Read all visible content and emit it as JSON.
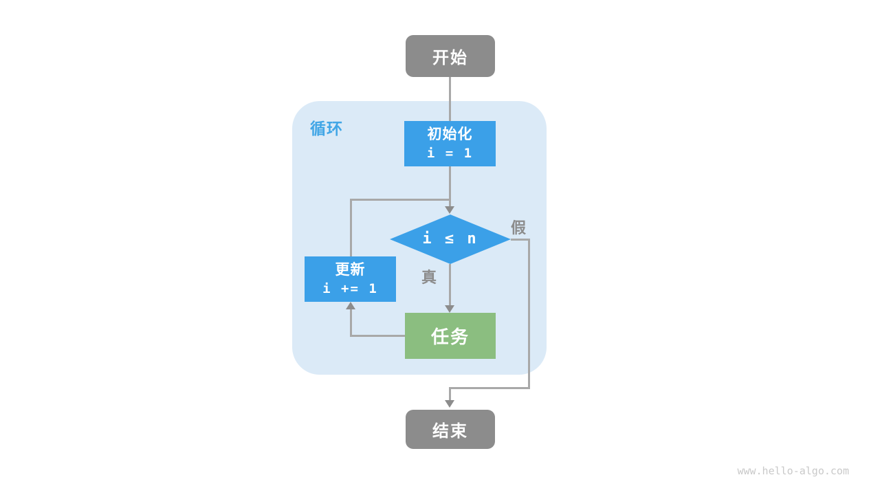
{
  "diagram": {
    "title_hint": "loop flowchart",
    "colors": {
      "node_blue": "#3BA0E8",
      "node_green": "#8BBE80",
      "node_gray": "#8C8C8C",
      "container_bg": "#DBEAF7",
      "loop_label": "#41A6E6",
      "line": "#A8A8A8",
      "arrow": "#8C8C8C",
      "branch_label": "#8C8C8C",
      "watermark": "#C9C9C9",
      "text_white": "#FFFFFF"
    },
    "nodes": {
      "start": {
        "label": "开始"
      },
      "loop_container": {
        "label": "循环"
      },
      "init": {
        "title": "初始化",
        "code": "i = 1"
      },
      "condition": {
        "code": "i ≤ n"
      },
      "update": {
        "title": "更新",
        "code": "i += 1"
      },
      "task": {
        "label": "任务"
      },
      "end": {
        "label": "结束"
      }
    },
    "branches": {
      "true_label": "真",
      "false_label": "假"
    },
    "watermark": "www.hello-algo.com"
  }
}
